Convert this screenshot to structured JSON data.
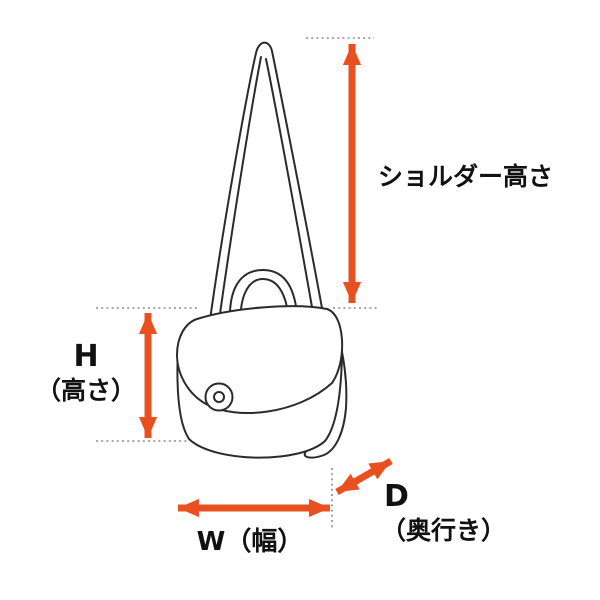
{
  "diagram": {
    "labels": {
      "shoulder_height": "ショルダー高さ",
      "height_abbrev": "H",
      "height_caption": "（高さ）",
      "width": "W（幅）",
      "depth_abbrev": "D",
      "depth_caption": "（奥行き）"
    }
  },
  "colors": {
    "arrow": "#e8511f",
    "outline": "#2b2b2b",
    "dotted": "#8a8a8a",
    "background": "#ffffff",
    "text": "#111111"
  }
}
